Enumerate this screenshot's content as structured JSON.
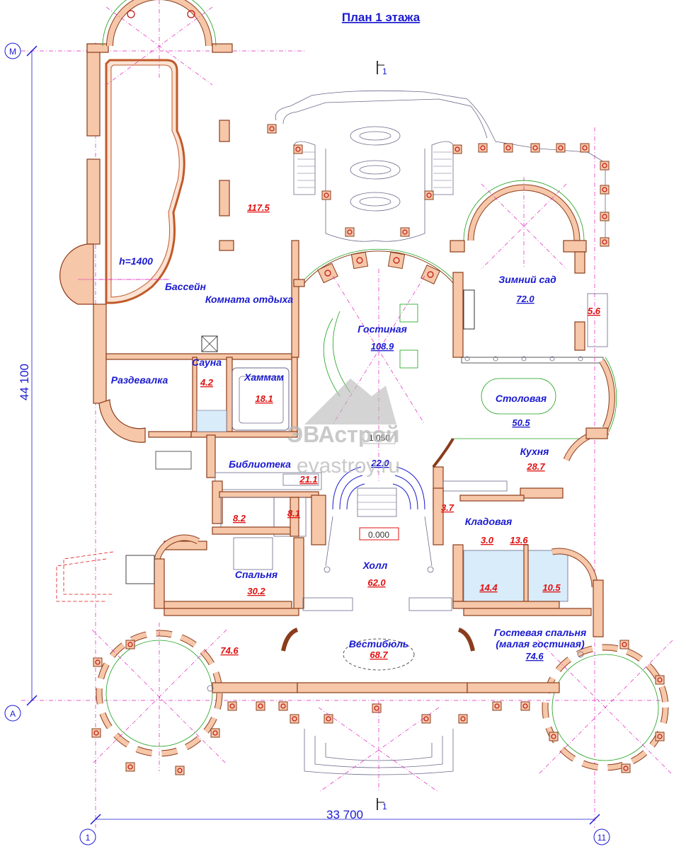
{
  "title": "План 1 этажа",
  "dimensions": {
    "width_total": "33 700",
    "height_total": "44 100"
  },
  "axes": {
    "top": "М",
    "bottom": "А",
    "left": "1",
    "right": "11"
  },
  "section_marks": {
    "top": "1",
    "bottom": "1"
  },
  "levels": {
    "pool_depth": "h=1400",
    "floor": "0.000",
    "landing": "1.050"
  },
  "watermark": {
    "brand": "ЭВАстрой",
    "site": "evastroy.ru"
  },
  "colors": {
    "label": "#1a1ad0",
    "area_red": "#e01010",
    "wall": "#f6c7a8",
    "axis": "#e020c0"
  },
  "rooms": {
    "terrace_area": "117.5",
    "pool": "Бассейн",
    "rest_room": "Комната отдыха",
    "winter_garden": {
      "name": "Зимний сад",
      "area": "72.0"
    },
    "small_room_area": "5.6",
    "living": {
      "name": "Гостиная",
      "area": "108.9"
    },
    "sauna": {
      "name": "Сауна",
      "area": "4.2"
    },
    "hammam": {
      "name": "Хаммам",
      "area": "18.1"
    },
    "dressing": "Раздевалка",
    "dining": {
      "name": "Столовая",
      "area": "50.5"
    },
    "kitchen": {
      "name": "Кухня",
      "area": "28.7"
    },
    "stair_area": "22.0",
    "library": {
      "name": "Библиотека",
      "area": "21.1"
    },
    "wc_1": "8.2",
    "wc_2": "8.1",
    "closet_1": "3.7",
    "pantry": {
      "name": "Кладовая",
      "area_1": "3.0",
      "area_2": "13.6"
    },
    "bedroom": {
      "name": "Спальня",
      "area": "30.2"
    },
    "hall": {
      "name": "Холл",
      "area": "62.0"
    },
    "bath_1": "14.4",
    "bath_2": "10.5",
    "west_rotunda": "74.6",
    "vestibule": {
      "name": "Вестибюль",
      "area": "68.7"
    },
    "guest_bedroom": {
      "name_1": "Гостевая спальня",
      "name_2": "(малая гостиная)",
      "area": "74.6"
    }
  }
}
